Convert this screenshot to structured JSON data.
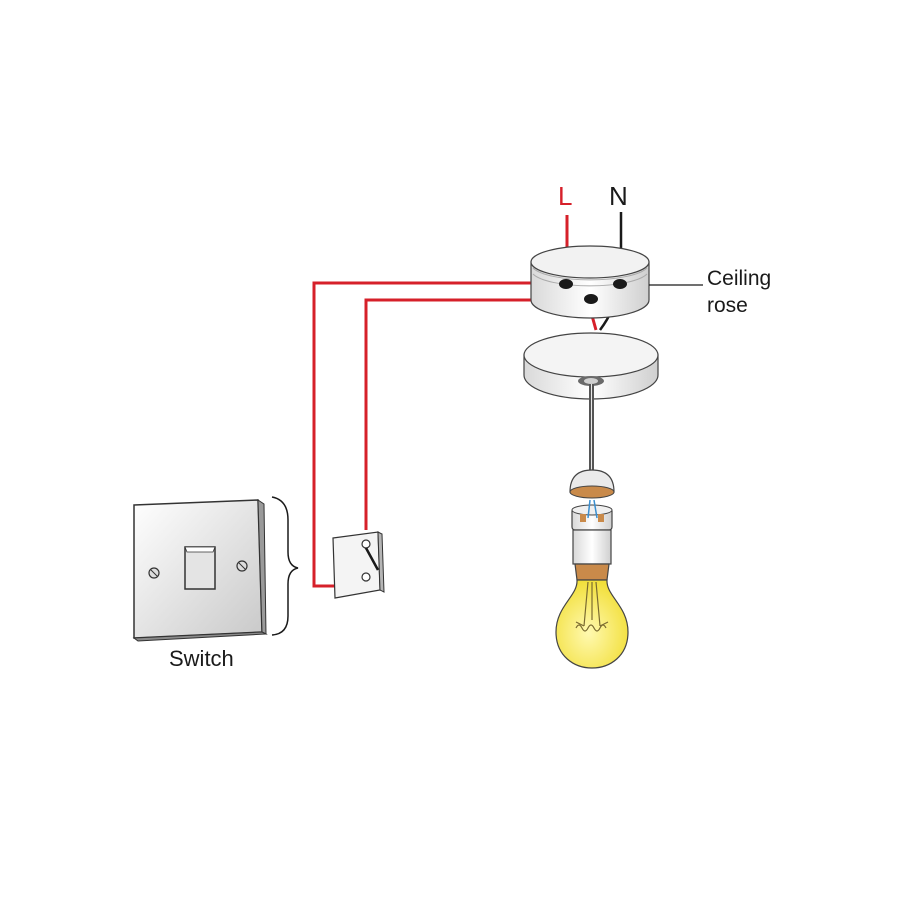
{
  "labels": {
    "live": "L",
    "neutral": "N",
    "ceiling_rose_line1": "Ceiling",
    "ceiling_rose_line2": "rose",
    "switch": "Switch"
  },
  "colors": {
    "live_wire": "#d6202a",
    "neutral_wire": "#1a1a1a",
    "background": "#ffffff",
    "bulb_glass": "#f5e84a",
    "bulb_cap": "#c98a4a"
  }
}
